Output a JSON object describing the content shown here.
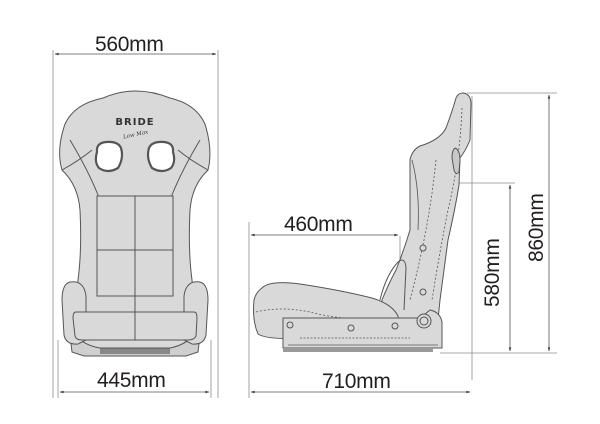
{
  "brand": {
    "logo_text": "BRIDE",
    "sub_logo_text": "Low Max"
  },
  "views": {
    "front": {
      "name": "front-view",
      "dimensions": {
        "overall_width": "560mm",
        "base_width": "445mm"
      }
    },
    "side": {
      "name": "side-view",
      "dimensions": {
        "seat_depth": "460mm",
        "overall_depth": "710mm",
        "backrest_height": "580mm",
        "overall_height": "860mm"
      }
    }
  },
  "colors": {
    "seat_fill": "#d9d9d9",
    "outline": "#555555",
    "dimension_line": "#8c8c8c",
    "text": "#231f20",
    "background": "#ffffff"
  }
}
